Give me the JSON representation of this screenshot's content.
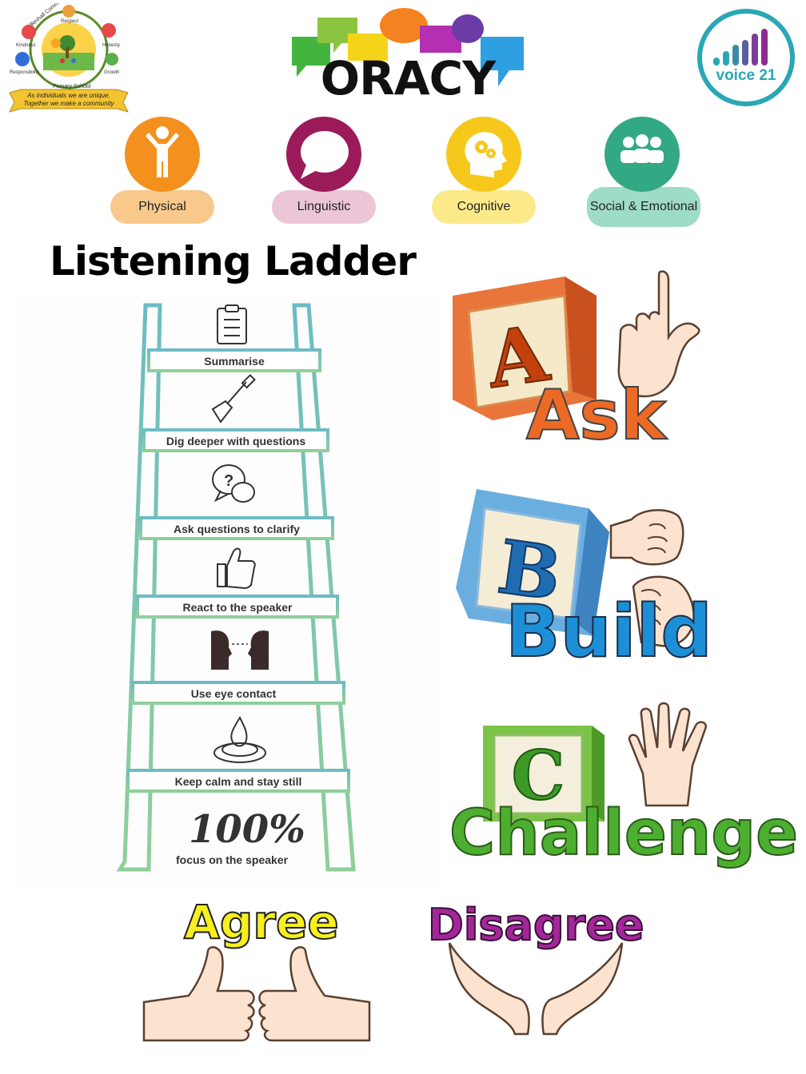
{
  "school_logo": {
    "name_arc": "Willenhall Community",
    "name_bottom": "Primary School",
    "values": [
      "Respect",
      "Kindness",
      "Honesty",
      "Responsibility",
      "Growth"
    ],
    "motto_line1": "As individuals we are unique,",
    "motto_line2": "Together we make a community"
  },
  "header": {
    "title": "ORACY"
  },
  "voice21": {
    "label": "voice 21"
  },
  "strands": [
    {
      "label": "Physical",
      "color": "#f4901e",
      "pill": "#f8c98b",
      "icon": "person-icon"
    },
    {
      "label": "Linguistic",
      "color": "#9b1b5a",
      "pill": "#ecc6d6",
      "icon": "speech-bubble-icon"
    },
    {
      "label": "Cognitive",
      "color": "#f7c81c",
      "pill": "#fbe98a",
      "icon": "head-gears-icon"
    },
    {
      "label": "Social & Emotional",
      "color": "#33a884",
      "pill": "#9fdcc6",
      "icon": "group-icon"
    }
  ],
  "ladder": {
    "title": "Listening Ladder",
    "rungs": [
      {
        "label": "Summarise",
        "icon": "clipboard-icon"
      },
      {
        "label": "Dig deeper with questions",
        "icon": "shovel-icon"
      },
      {
        "label": "Ask questions to clarify",
        "icon": "question-bubbles-icon"
      },
      {
        "label": "React to the speaker",
        "icon": "thumbs-up-icon"
      },
      {
        "label": "Use eye contact",
        "icon": "faces-icon"
      },
      {
        "label": "Keep calm and stay still",
        "icon": "water-drop-icon"
      }
    ],
    "base_big": "100%",
    "base_small": "focus on the speaker"
  },
  "abc": {
    "a_letter": "A",
    "a_word": "Ask",
    "b_letter": "B",
    "b_word": "Build",
    "c_letter": "C",
    "c_word": "Challenge"
  },
  "bottom": {
    "agree": "Agree",
    "disagree": "Disagree"
  }
}
